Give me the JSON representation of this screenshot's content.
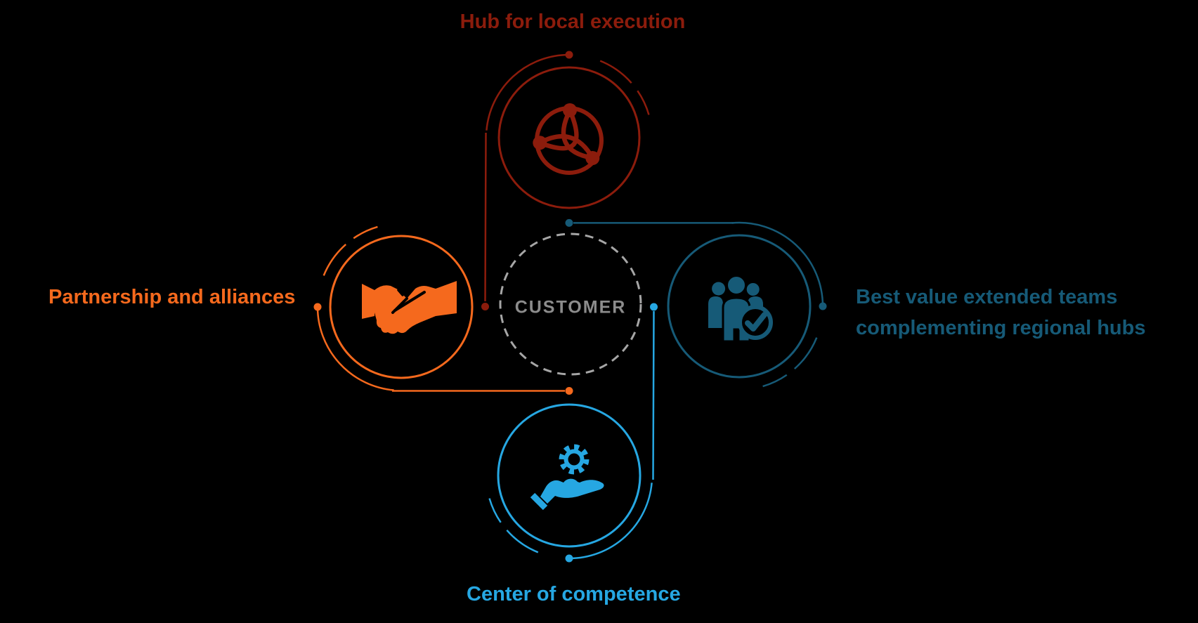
{
  "center": {
    "label": "CUSTOMER"
  },
  "nodes": [
    {
      "id": "hub-for-local-execution",
      "position": "top",
      "label": "Hub for local execution",
      "color": "#8C1C0C",
      "icon": "network-icon"
    },
    {
      "id": "partnership-and-alliances",
      "position": "left",
      "label": "Partnership and alliances",
      "color": "#F5691D",
      "icon": "handshake-icon"
    },
    {
      "id": "best-value-extended-teams",
      "position": "right",
      "label_lines": [
        "Best value extended teams",
        "complementing regional hubs"
      ],
      "color": "#165A77",
      "icon": "team-check-icon"
    },
    {
      "id": "center-of-competence",
      "position": "bottom",
      "label": "Center of competence",
      "color": "#26A7E2",
      "icon": "hand-gear-icon"
    }
  ],
  "colors": {
    "background": "#000000",
    "customer_text": "#8C8C8C",
    "customer_ring": "#A6A6A6",
    "hub_red": "#8C1C0C",
    "partnership_orange": "#F5691D",
    "teams_teal": "#165A77",
    "competence_cyan": "#26A7E2"
  }
}
